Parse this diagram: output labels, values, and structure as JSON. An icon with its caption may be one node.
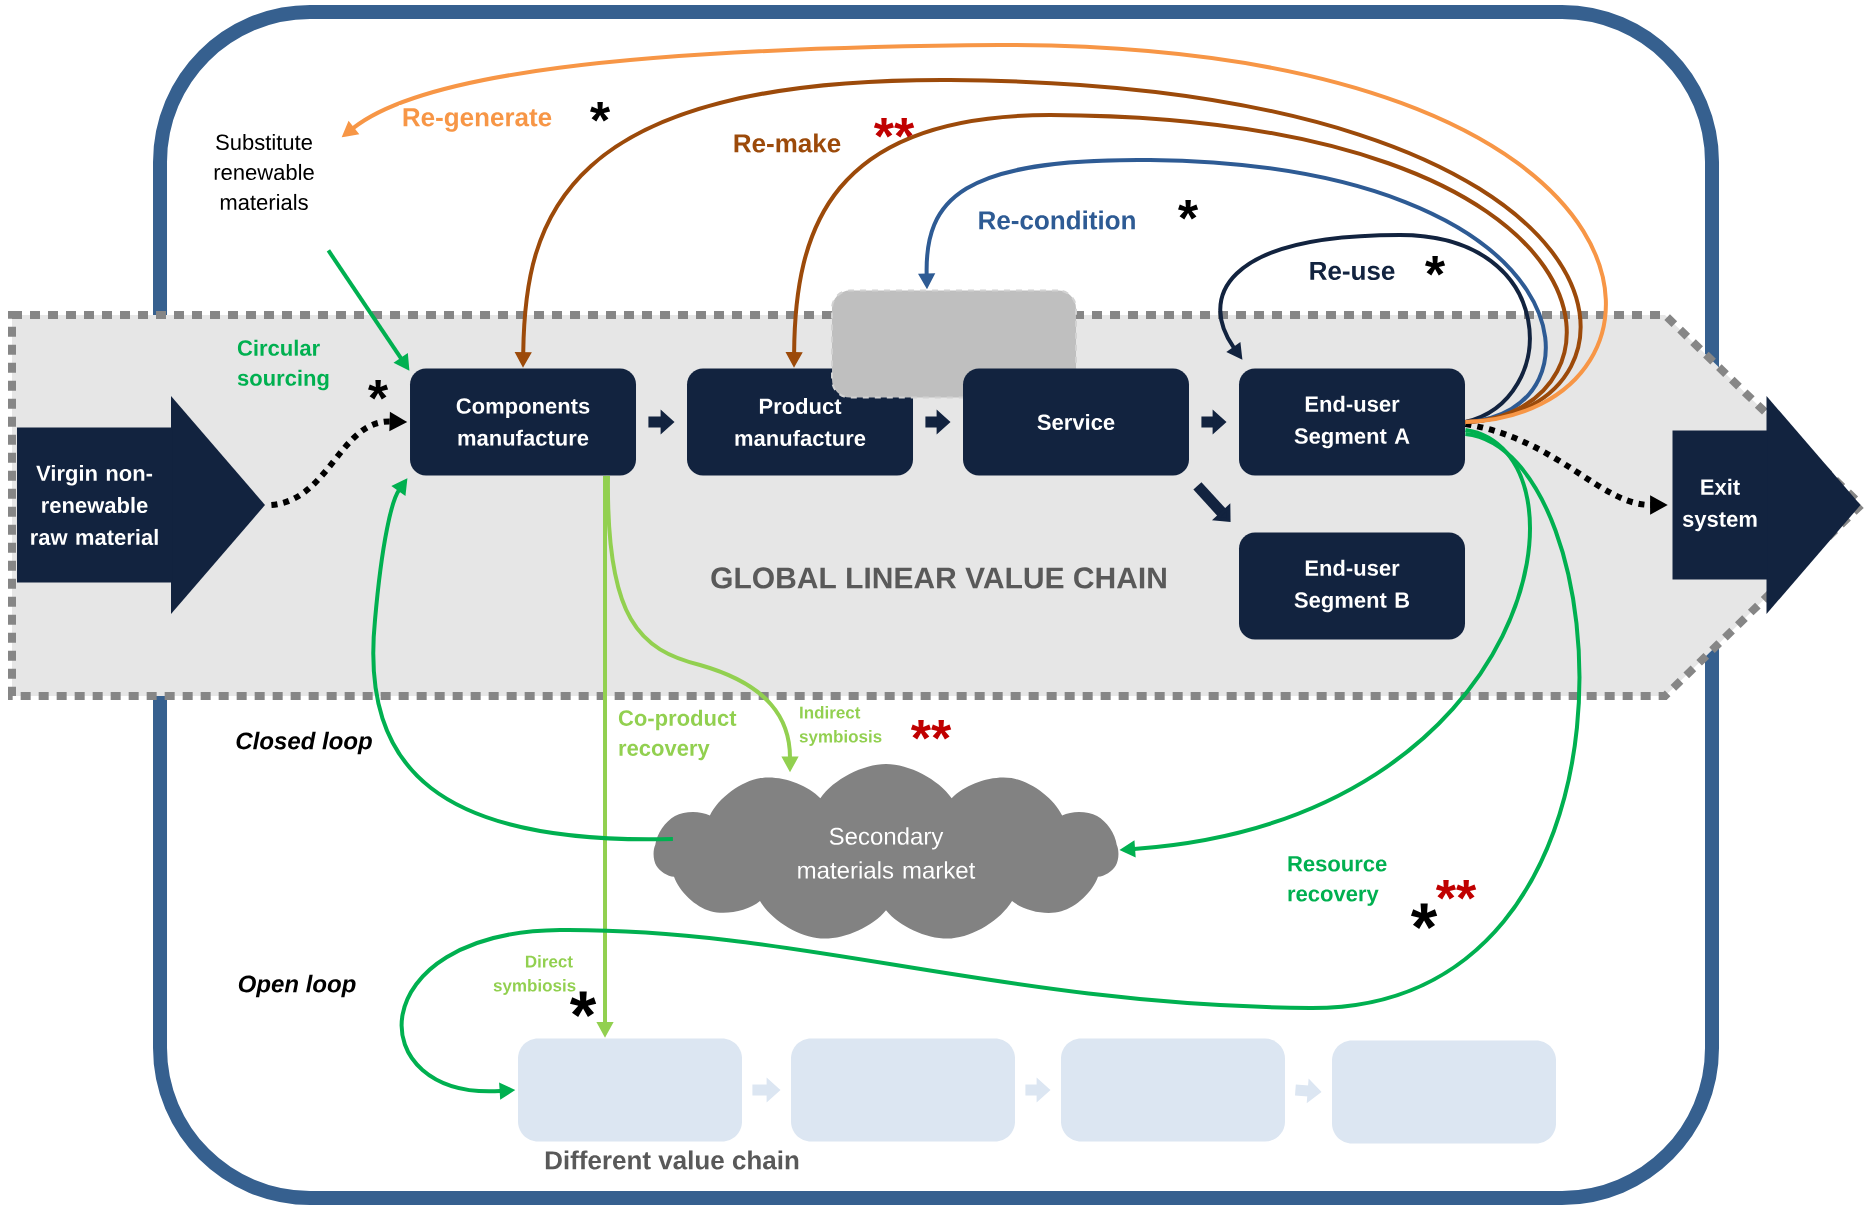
{
  "diagram": {
    "nodes": [
      {
        "text": [
          "GLOBAL LINEAR VALUE CHAIN"
        ]
      },
      {
        "text": [
          "Substitute renewable materials"
        ]
      },
      {
        "text": [
          "Virgin non-renewable raw material"
        ],
        "in": 0
      },
      {
        "text": [
          "Components manufacture"
        ],
        "in": 0
      },
      {
        "text": [
          "Product manufacture"
        ],
        "in": 0
      },
      {
        "text": [],
        "shape": "box"
      },
      {
        "text": [
          "Service"
        ],
        "in": 0
      },
      {
        "text": [
          "End-user Segment A"
        ],
        "in": 0
      },
      {
        "text": [
          "End-user Segment B"
        ],
        "in": 0
      },
      {
        "text": [
          "Exit system"
        ],
        "in": 0
      },
      {
        "text": [
          "Secondary materials market"
        ]
      },
      {
        "text": [],
        "shape": "box"
      },
      {
        "text": [],
        "shape": "box"
      },
      {
        "text": [],
        "shape": "box"
      },
      {
        "text": [],
        "shape": "box"
      }
    ],
    "edges": [
      {
        "from": 1,
        "to": 3,
        "arrow": "to",
        "color": "#00b050",
        "label": "Circular sourcing"
      },
      {
        "from": 2,
        "to": 3,
        "arrow": "to",
        "style": "dashed",
        "color": "#000000"
      },
      {
        "from": 3,
        "to": 4,
        "arrow": "to",
        "style": "thick"
      },
      {
        "from": 4,
        "to": 6,
        "arrow": "to",
        "style": "thick"
      },
      {
        "from": 6,
        "to": 7,
        "arrow": "to",
        "style": "thick"
      },
      {
        "from": 6,
        "to": 8,
        "arrow": "to",
        "style": "thick"
      },
      {
        "from": 7,
        "to": 9,
        "arrow": "to",
        "style": "dashed",
        "color": "#000000"
      },
      {
        "from": 7,
        "to": 7,
        "arrow": "to",
        "label": "Re-use"
      },
      {
        "from": 7,
        "to": 5,
        "arrow": "to",
        "color": "#2e5b94",
        "label": "Re-condition"
      },
      {
        "from": 7,
        "to": 4,
        "arrow": "to",
        "color": "#9c4a0a",
        "label": "Re-make"
      },
      {
        "from": 7,
        "to": 3,
        "arrow": "to",
        "color": "#9c4a0a"
      },
      {
        "from": 7,
        "to": 1,
        "arrow": "to",
        "color": "#f79646",
        "label": "Re-generate"
      },
      {
        "from": 3,
        "to": 10,
        "arrow": "to",
        "color": "#92d050",
        "label": "Indirect symbiosis"
      },
      {
        "from": 3,
        "to": 11,
        "arrow": "to",
        "color": "#92d050",
        "label": "Co-product recovery"
      },
      {
        "from": 7,
        "to": 10,
        "arrow": "to",
        "color": "#00b050",
        "label": "Resource recovery"
      },
      {
        "from": 7,
        "to": 11,
        "arrow": "to",
        "color": "#00b050"
      },
      {
        "from": 10,
        "to": 3,
        "arrow": "to",
        "color": "#00b050"
      },
      {
        "from": 11,
        "to": 12,
        "arrow": "to",
        "style": "thick",
        "color": "#dce6f2"
      },
      {
        "from": 12,
        "to": 13,
        "arrow": "to",
        "style": "thick",
        "color": "#dce6f2"
      },
      {
        "from": 13,
        "to": 14,
        "arrow": "to",
        "style": "thick",
        "color": "#dce6f2"
      }
    ],
    "labels": [
      "*",
      "**",
      "*",
      "*",
      "*",
      "Closed loop",
      "**",
      "**",
      "*",
      "Open loop",
      "Direct symbiosis",
      "*",
      "Different value chain"
    ]
  }
}
